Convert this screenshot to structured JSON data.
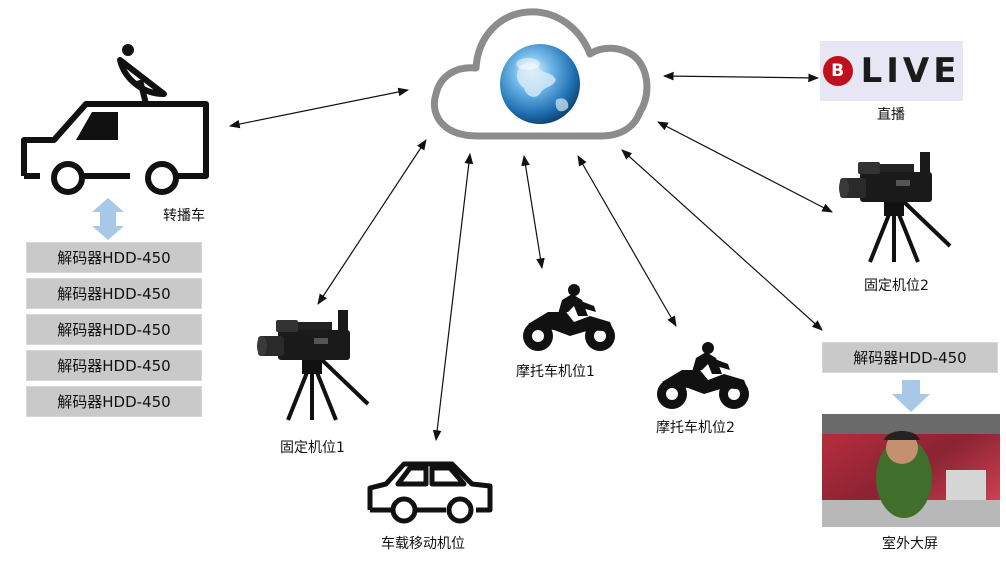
{
  "labels": {
    "broadcast_van": "转播车",
    "live": "直播",
    "fixed_cam_1": "固定机位1",
    "fixed_cam_2": "固定机位2",
    "moto_cam_1": "摩托车机位1",
    "moto_cam_2": "摩托车机位2",
    "car_cam": "车载移动机位",
    "outdoor_screen": "室外大屏"
  },
  "decoders_left": [
    "解码器HDD-450",
    "解码器HDD-450",
    "解码器HDD-450",
    "解码器HDD-450",
    "解码器HDD-450"
  ],
  "decoder_right": "解码器HDD-450",
  "live_logo": {
    "badge": "B",
    "text": "LIVE"
  },
  "colors": {
    "arrow": "#111111",
    "decoder_bg": "#c9c9c9",
    "link_arrow": "#a9c8e8",
    "live_red": "#c0101d"
  },
  "icons": [
    "cloud-icon",
    "globe-icon",
    "broadcast-van-icon",
    "camera-icon",
    "motorcycle-icon",
    "car-icon",
    "large-screen-image"
  ]
}
